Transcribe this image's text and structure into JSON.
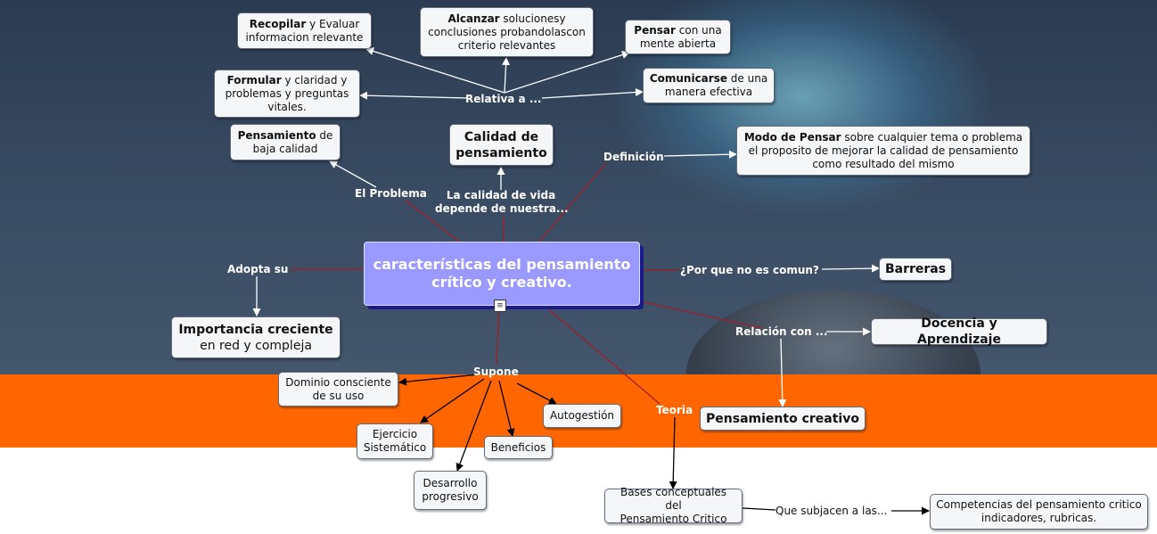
{
  "central": {
    "line1": "características del pensamiento",
    "line2": "crítico y creativo."
  },
  "nodes": {
    "recopilar": {
      "bold": "Recopilar",
      "rest": " y Evaluar",
      "line2": "informacion relevante"
    },
    "alcanzar": {
      "bold": "Alcanzar",
      "rest": " solucionesy",
      "line2": "conclusiones probandolascon",
      "line3": "criterio relevantes"
    },
    "pensar": {
      "bold": "Pensar",
      "rest": " con una",
      "line2": "mente abierta"
    },
    "formular": {
      "bold": "Formular",
      "rest": " y claridad y",
      "line2": "problemas y preguntas",
      "line3": "vitales."
    },
    "comunicarse": {
      "bold": "Comunicarse",
      "rest": " de una",
      "line2": "manera efectiva"
    },
    "baja": {
      "bold": "Pensamiento",
      "rest": " de",
      "line2": "baja calidad"
    },
    "calidad": {
      "line1": "Calidad de",
      "line2": "pensamiento"
    },
    "modo": {
      "bold": "Modo de Pensar",
      "rest": " sobre cualquier tema o problema",
      "line2": "el proposito de mejorar la calidad de pensamiento",
      "line3": "como resultado del mismo"
    },
    "barreras": {
      "text": "Barreras"
    },
    "importancia": {
      "bold": "Importancia creciente",
      "line2": "en red y compleja"
    },
    "docencia": {
      "text": "Docencia y Aprendizaje"
    },
    "dominio": {
      "line1": "Dominio consciente",
      "line2": "de su uso"
    },
    "autogestion": {
      "text": "Autogestión"
    },
    "creativo": {
      "text": "Pensamiento creativo"
    },
    "ejercicio": {
      "line1": "Ejercicio",
      "line2": "Sistemático"
    },
    "beneficios": {
      "text": "Beneficios"
    },
    "desarrollo": {
      "line1": "Desarrollo",
      "line2": "progresivo"
    },
    "bases": {
      "line1": "Bases conceptuales del",
      "line2": "Pensamiento Critico"
    },
    "competencias": {
      "line1": "Competencias del pensamiento critico",
      "line2": "indicadores, rubricas."
    }
  },
  "labels": {
    "relativa": "Relativa a ...",
    "definicion": "Definición",
    "problema": "El Problema",
    "calidad_vida_1": "La calidad de vida",
    "calidad_vida_2": "depende de nuestra...",
    "adopta": "Adopta su",
    "por_que": "¿Por que no es comun?",
    "relacion": "Relación con ...",
    "supone": "Supone",
    "teoria": "Teoria",
    "subjacen": "Que subjacen a las..."
  },
  "colors": {
    "central_fill": "#9999ff",
    "link_red": "#a01e2a",
    "link_white": "#ffffff",
    "link_black": "#000000",
    "orange_band": "#ff6600"
  },
  "icons": [
    "note-icon"
  ]
}
